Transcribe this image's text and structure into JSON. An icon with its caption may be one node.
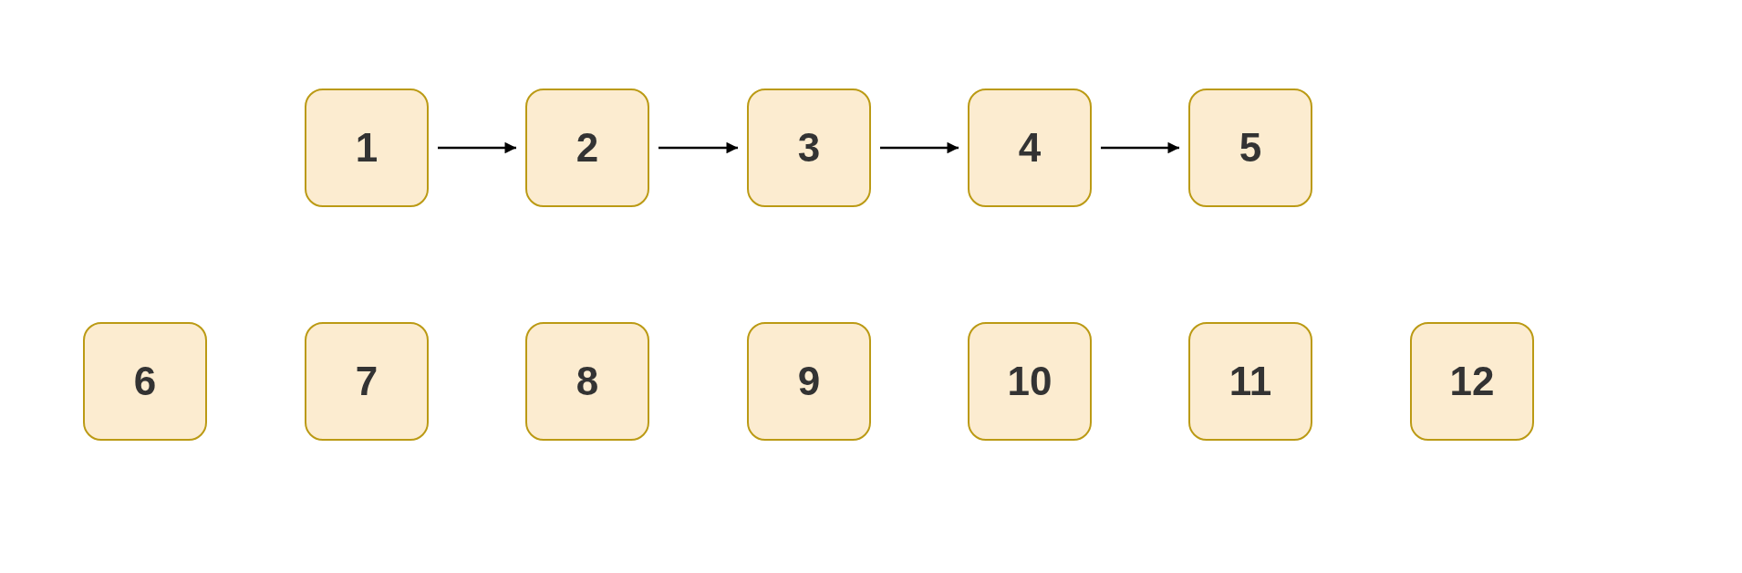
{
  "diagram": {
    "nodes": [
      {
        "text": [
          "1"
        ]
      },
      {
        "text": [
          "2"
        ]
      },
      {
        "text": [
          "3"
        ]
      },
      {
        "text": [
          "4"
        ]
      },
      {
        "text": [
          "5"
        ]
      },
      {
        "text": [
          "6"
        ]
      },
      {
        "text": [
          "7"
        ]
      },
      {
        "text": [
          "8"
        ]
      },
      {
        "text": [
          "9"
        ]
      },
      {
        "text": [
          "10"
        ]
      },
      {
        "text": [
          "11"
        ]
      },
      {
        "text": [
          "12"
        ]
      }
    ],
    "edges": [
      {
        "from": 0,
        "to": 1,
        "arrow": "to"
      },
      {
        "from": 1,
        "to": 2,
        "arrow": "to"
      },
      {
        "from": 2,
        "to": 3,
        "arrow": "to"
      },
      {
        "from": 3,
        "to": 4,
        "arrow": "to"
      }
    ]
  }
}
